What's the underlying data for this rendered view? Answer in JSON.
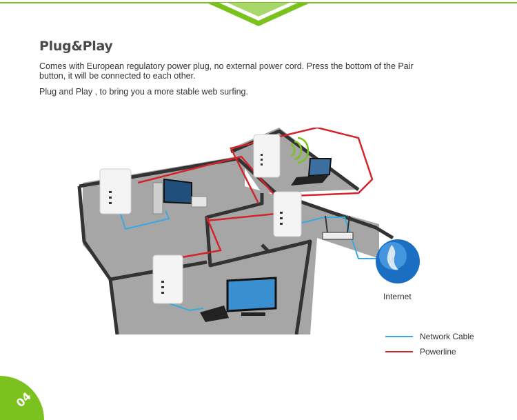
{
  "header": {
    "title": "Plug&Play",
    "description": "Comes with European regulatory power plug, no external power cord. Press the bottom of the Pair button, it will be connected to each other.",
    "description2": "Plug and Play , to bring you a more stable web surfing."
  },
  "diagram": {
    "internet_label": "Internet"
  },
  "legend": {
    "items": [
      {
        "label": "Network Cable",
        "color": "#3aa9e0"
      },
      {
        "label": "Powerline",
        "color": "#d4232a"
      }
    ]
  },
  "page_number": "04",
  "colors": {
    "accent_green": "#7bc21e",
    "floor_gray": "#a6a6a6",
    "wall_dark": "#333333"
  }
}
